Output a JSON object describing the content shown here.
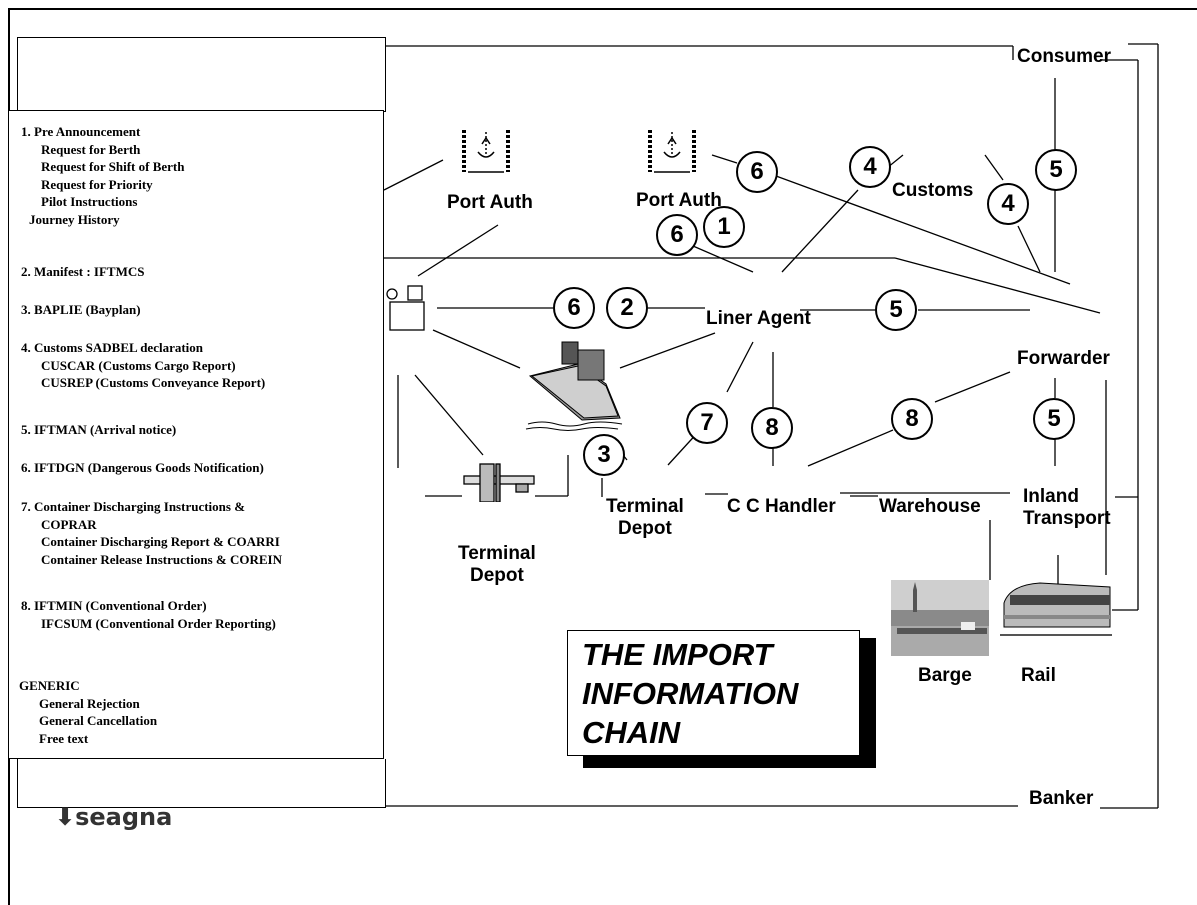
{
  "diagram": {
    "title": [
      "THE IMPORT",
      "INFORMATION",
      "CHAIN"
    ],
    "nodes": {
      "consumer": "Consumer",
      "customs": "Customs",
      "port_auth_1": "Port Auth",
      "port_auth_2": "Port Auth",
      "liner_agent": "Liner Agent",
      "forwarder": "Forwarder",
      "terminal_depot_1": [
        "Terminal",
        "Depot"
      ],
      "terminal_depot_2": [
        "Terminal",
        "Depot"
      ],
      "cc_handler": "C C Handler",
      "warehouse": "Warehouse",
      "inland_transport": [
        "Inland",
        "Transport"
      ],
      "barge": "Barge",
      "rail": "Rail",
      "banker": "Banker"
    },
    "message_numbers": [
      "6",
      "4",
      "5",
      "4",
      "6",
      "1",
      "6",
      "2",
      "5",
      "7",
      "8",
      "8",
      "5",
      "3"
    ],
    "logo": "seagna"
  },
  "legend": {
    "sections": [
      {
        "head": "1.  Pre Announcement",
        "items": [
          "Request for Berth",
          "Request for Shift of Berth",
          "Request for Priority",
          "Pilot Instructions"
        ],
        "extra": "Journey History"
      },
      {
        "head": "2.  Manifest : IFTMCS",
        "items": []
      },
      {
        "head": "3.  BAPLIE  (Bayplan)",
        "items": []
      },
      {
        "head": "4.  Customs SADBEL declaration",
        "items": [
          "CUSCAR  (Customs Cargo Report)",
          "CUSREP (Customs Conveyance Report)"
        ]
      },
      {
        "head": "5.  IFTMAN  (Arrival notice)",
        "items": []
      },
      {
        "head": "6.  IFTDGN  (Dangerous Goods Notification)",
        "items": []
      },
      {
        "head": "7.  Container Discharging Instructions &",
        "items": [
          "COPRAR",
          "Container Discharging Report & COARRI",
          "Container Release Instructions & COREIN"
        ]
      },
      {
        "head": "8.  IFTMIN (Conventional Order)",
        "items": [
          "IFCSUM (Conventional Order Reporting)"
        ]
      },
      {
        "head": "GENERIC",
        "items": [
          "General Rejection",
          "General Cancellation",
          "Free text"
        ]
      }
    ]
  }
}
